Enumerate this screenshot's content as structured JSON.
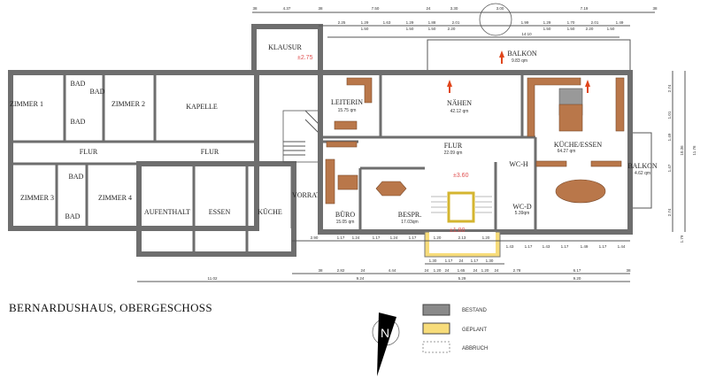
{
  "title": "BERNARDUSHAUS,  OBERGESCHOSS",
  "rooms": {
    "zimmer1": "ZIMMER 1",
    "zimmer2": "ZIMMER 2",
    "zimmer3": "ZIMMER 3",
    "zimmer4": "ZIMMER 4",
    "bad": "BAD",
    "kapelle": "KAPELLE",
    "flur": "FLUR",
    "klausur": "KLAUSUR",
    "aufenthalt": "AUFENTHALT",
    "essen": "ESSEN",
    "kueche": "KÜCHE",
    "vorrat": "VORRAT",
    "leiterin": "LEITERIN",
    "leiterin_area": "15.75  qm",
    "naehen": "NÄHEN",
    "naehen_area": "42.12  qm",
    "flur2": "FLUR",
    "flur2_area": "22.09  qm",
    "kueche_essen": "KÜCHE/ESSEN",
    "kueche_essen_area": "64.27  qm",
    "balkon_top": "BALKON",
    "balkon_top_area": "9.83  qm",
    "balkon_right": "BALKON",
    "balkon_right_area": "4.62  qm",
    "buero": "BÜRO",
    "buero_area": "15.05  qm",
    "bespr": "BESPR.",
    "bespr_area": "17.03qm",
    "wc_d": "WC-D",
    "wc_d_area": "5.39qm",
    "wc_h": "WC-H"
  },
  "levels": [
    "±2.75",
    "±3.60",
    "±1.80"
  ],
  "dimensions": {
    "top1": [
      "38",
      "4.37",
      "38",
      "7.50",
      "24",
      "3.30",
      "3.00",
      "7.19",
      "38"
    ],
    "top2": [
      "2.25",
      "1.29",
      "1.63",
      "1.29",
      "1.88",
      "2.01",
      "1.99",
      "1.29",
      "1.70",
      "2.01",
      "1.49"
    ],
    "top3": [
      "1.50",
      "1.50",
      "1.50",
      "2.20",
      "1.50",
      "1.50",
      "2.20",
      "1.50"
    ],
    "overall_top": "14.10",
    "bottom1": [
      "2.90",
      "1.17",
      "1.24",
      "1.17",
      "1.24",
      "1.17",
      "1.20",
      "2.13",
      "1.20",
      "1.43",
      "1.17",
      "1.43",
      "1.17",
      "1.49",
      "1.17",
      "1.44"
    ],
    "bottom2": [
      "1.30",
      "1.17",
      "24",
      "1.17",
      "1.30"
    ],
    "bottom3": [
      "38",
      "2.82",
      "24",
      "4.44",
      "24",
      "1.20",
      "24",
      "1.65",
      "24",
      "1.20",
      "24",
      "2.78",
      "6.17",
      "38"
    ],
    "bottom4": [
      "11.02",
      "9.24",
      "5.29",
      "9.20"
    ],
    "side": [
      "2.74",
      "1.01",
      "1.49",
      "1.47",
      "2.74",
      "10.36",
      "11.76",
      "1.79"
    ]
  },
  "legend": [
    {
      "label": "BESTAND",
      "color": "#8a8a8a"
    },
    {
      "label": "GEPLANT",
      "color": "#f7dc7a"
    },
    {
      "label": "ABBRUCH",
      "color": "#ffffff"
    }
  ],
  "north_label": "N",
  "colors": {
    "wall": "#6e6e6e",
    "furniture": "#b9774a",
    "glass": "#7fd0f0",
    "arrow": "#e0461c",
    "planned": "#f7dc7a"
  }
}
